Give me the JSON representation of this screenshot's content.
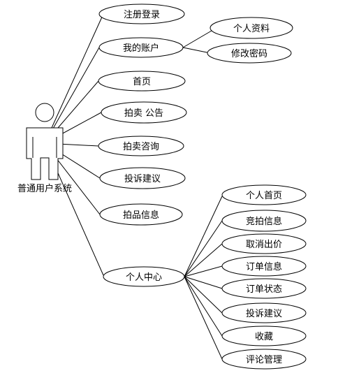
{
  "actor": {
    "name": "普通用户系统"
  },
  "use_cases": {
    "register_login": "注册登录",
    "my_account": "我的账户",
    "personal_info": "个人资料",
    "change_password": "修改密码",
    "home": "首页",
    "auction_notice": "拍卖 公告",
    "auction_consult": "拍卖咨询",
    "complaint_suggestion": "投诉建议",
    "item_info": "拍品信息",
    "personal_center": "个人中心",
    "personal_home": "个人首页",
    "bid_info": "竞拍信息",
    "cancel_bid": "取消出价",
    "order_info": "订单信息",
    "order_status": "订单状态",
    "center_complaint": "投诉建议",
    "favorites": "收藏",
    "comment_management": "评论管理"
  },
  "colors": {
    "stroke": "#000000",
    "fill": "#ffffff"
  }
}
